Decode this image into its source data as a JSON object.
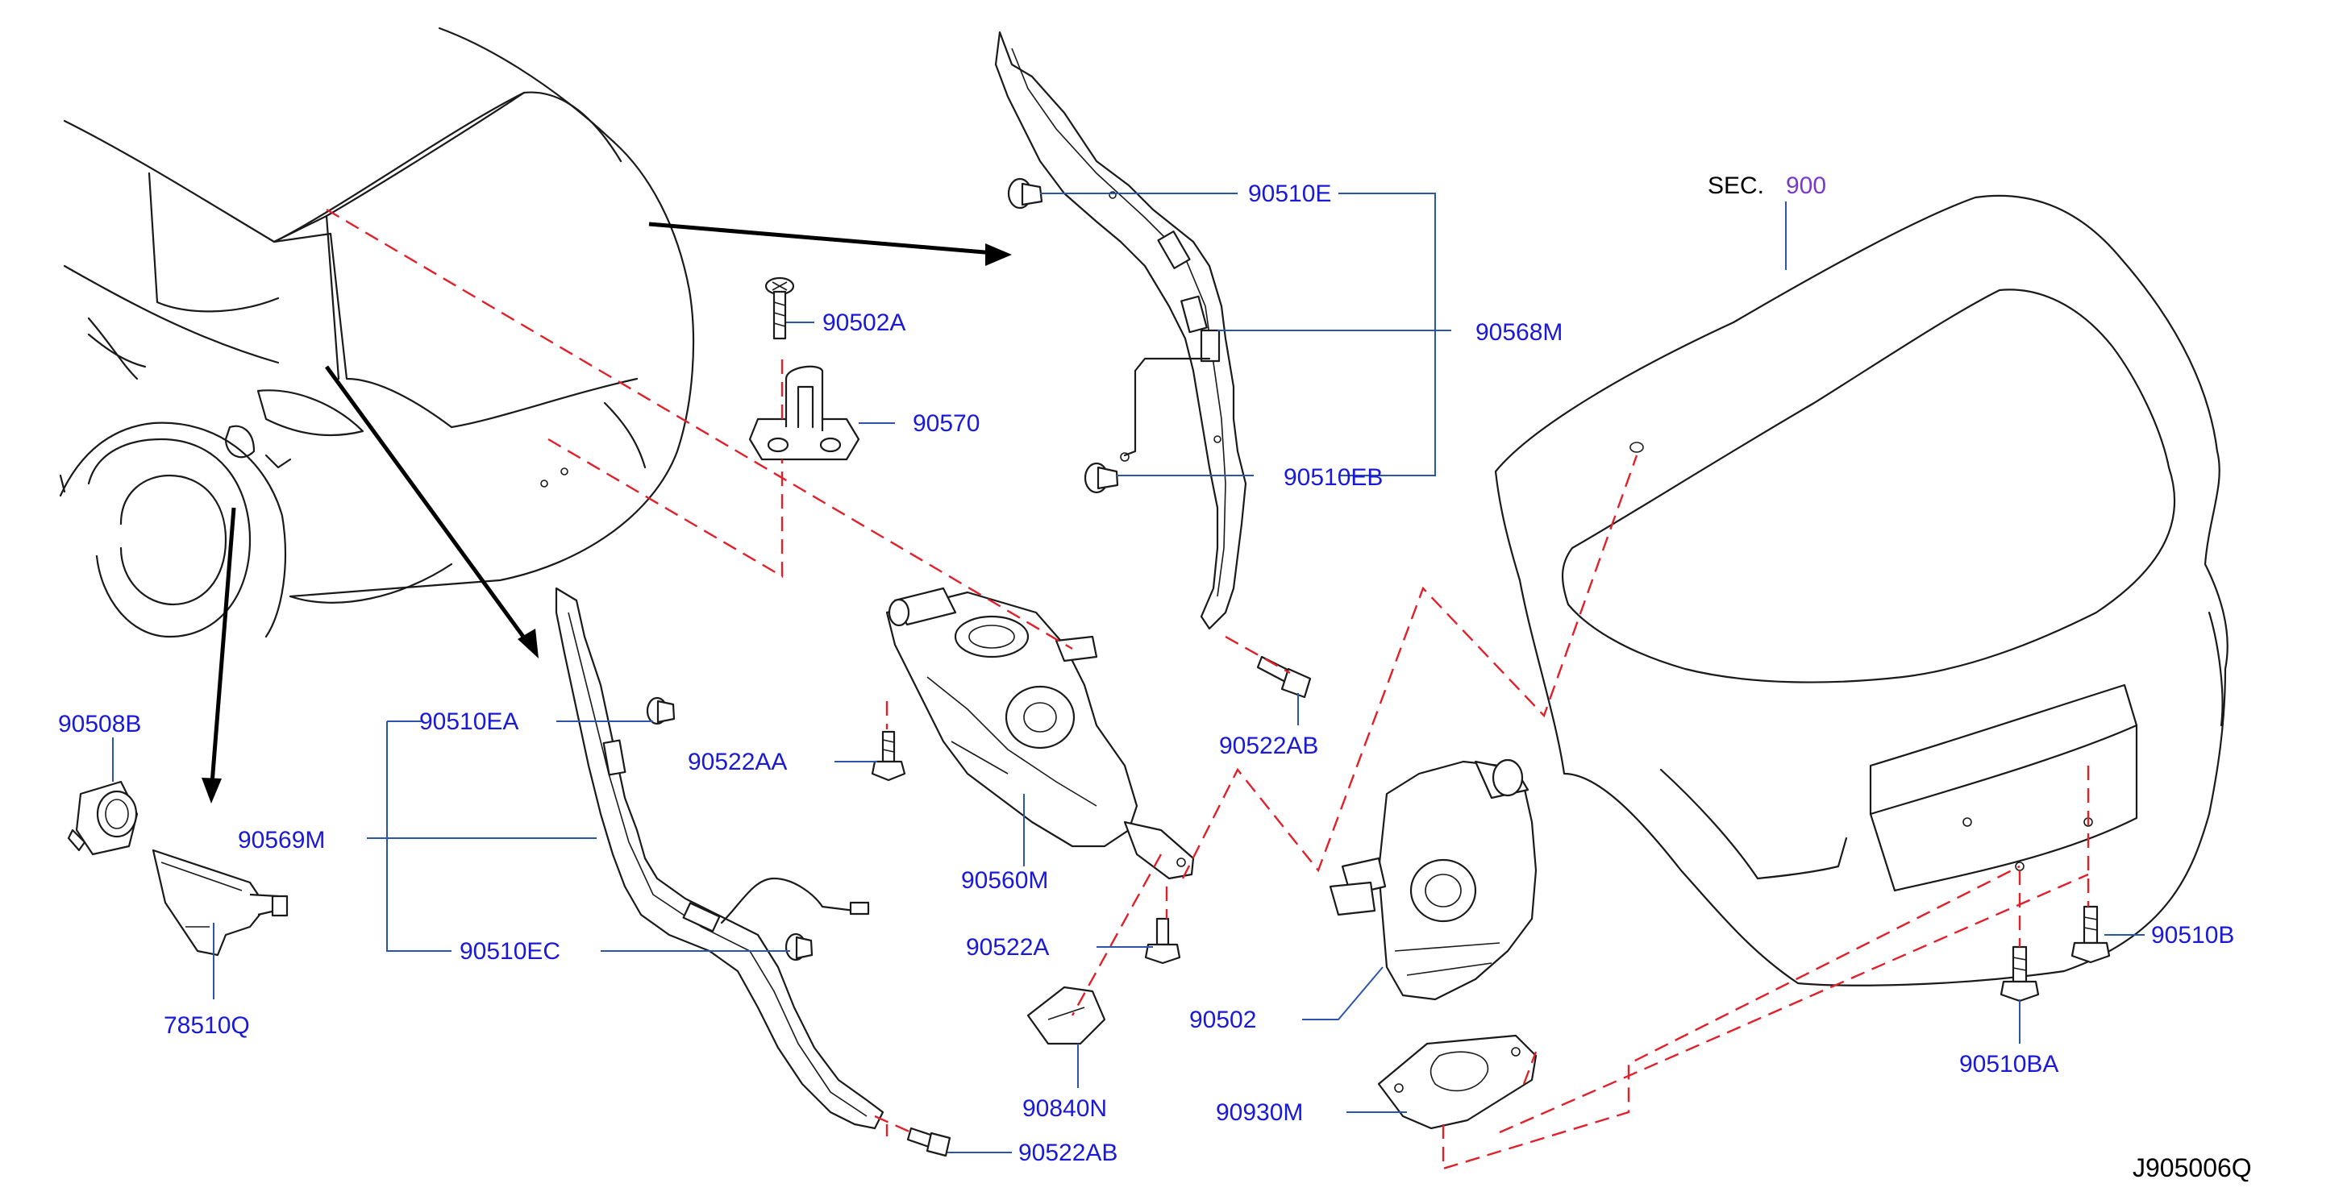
{
  "labels": {
    "p90510E": "90510E",
    "p90568M": "90568M",
    "p90510EB": "90510EB",
    "p90502A": "90502A",
    "p90570": "90570",
    "p90508B": "90508B",
    "p90569M": "90569M",
    "p78510Q": "78510Q",
    "p90510EA": "90510EA",
    "p90510EC": "90510EC",
    "p90522AA": "90522AA",
    "p90560M": "90560M",
    "p90522AB_top": "90522AB",
    "p90522A": "90522A",
    "p90840N": "90840N",
    "p90522AB_bottom": "90522AB",
    "p90502": "90502",
    "p90930M": "90930M",
    "p90510B": "90510B",
    "p90510BA": "90510BA"
  },
  "section": {
    "prefix": "SEC.",
    "number": "900"
  },
  "diagram_code": "J905006Q",
  "colors": {
    "label": "#1a1ad6",
    "leader": "#2b55a8",
    "dashed": "#e0202a",
    "section_number": "#7a3ac8"
  }
}
